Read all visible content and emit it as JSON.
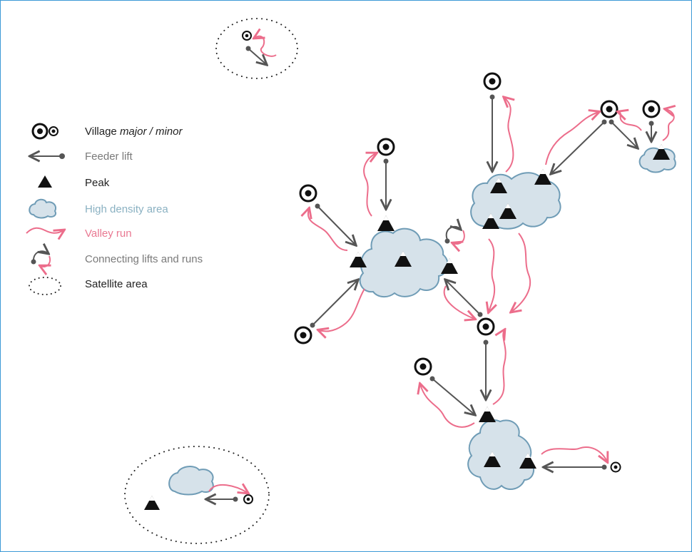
{
  "colors": {
    "border": "#3c9ad6",
    "cloud_fill": "#d6e2ea",
    "cloud_stroke": "#6f9cb6",
    "run": "#ec6d8b",
    "lift": "#555555",
    "village": "#111111"
  },
  "legend": {
    "village": {
      "prefix": "Village ",
      "italic": "major / minor",
      "icon": "village-icon"
    },
    "feeder_lift": {
      "label": "Feeder lift",
      "icon": "feeder-lift-icon"
    },
    "peak": {
      "label": "Peak",
      "icon": "peak-icon"
    },
    "high_density": {
      "label": "High density area",
      "icon": "cloud-icon"
    },
    "valley_run": {
      "label": "Valley run",
      "icon": "valley-run-icon"
    },
    "connecting": {
      "label": "Connecting lifts and runs",
      "icon": "connecting-loop-icon"
    },
    "satellite": {
      "label": "Satellite area",
      "icon": "dotted-ellipse-icon"
    }
  }
}
